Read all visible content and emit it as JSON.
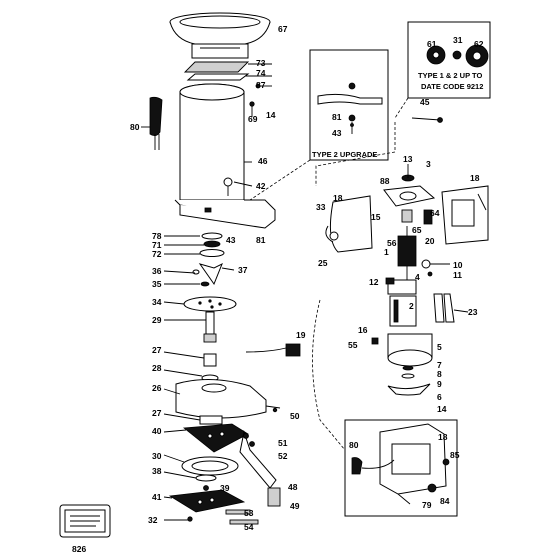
{
  "diagram": {
    "boxes": {
      "type1_caption_line1": "TYPE 1 & 2 UP TO",
      "type1_caption_line2": "DATE CODE 9212",
      "type2_caption": "TYPE 2 UPGRADE"
    },
    "doc_code": "826",
    "callouts": [
      "67",
      "73",
      "74",
      "87",
      "69",
      "14",
      "80",
      "46",
      "42",
      "43",
      "81",
      "61",
      "31",
      "62",
      "45",
      "81",
      "43",
      "13",
      "3",
      "18",
      "88",
      "33",
      "15",
      "64",
      "65",
      "20",
      "18",
      "56",
      "1",
      "25",
      "10",
      "11",
      "12",
      "4",
      "2",
      "23",
      "16",
      "55",
      "5",
      "7",
      "8",
      "9",
      "6",
      "14",
      "78",
      "71",
      "72",
      "36",
      "37",
      "35",
      "34",
      "29",
      "19",
      "27",
      "28",
      "26",
      "27",
      "40",
      "30",
      "38",
      "41",
      "32",
      "50",
      "51",
      "52",
      "48",
      "49",
      "53",
      "54",
      "39",
      "80",
      "18",
      "85",
      "84",
      "79"
    ]
  }
}
